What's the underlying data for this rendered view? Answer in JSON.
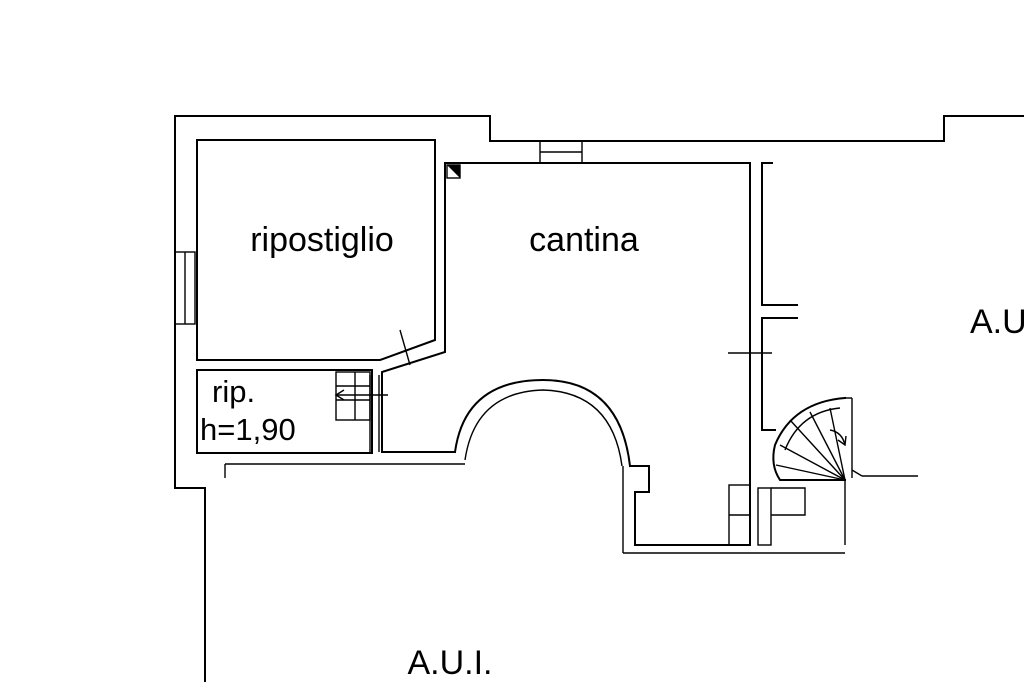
{
  "plan": {
    "rooms": {
      "ripostiglio": "ripostiglio",
      "cantina": "cantina",
      "rip_line1": "rip.",
      "rip_line2": "h=1,90",
      "aui_bottom": "A.U.I.",
      "aui_right": "A.U"
    },
    "colors": {
      "line": "#000000",
      "background": "#ffffff"
    }
  }
}
